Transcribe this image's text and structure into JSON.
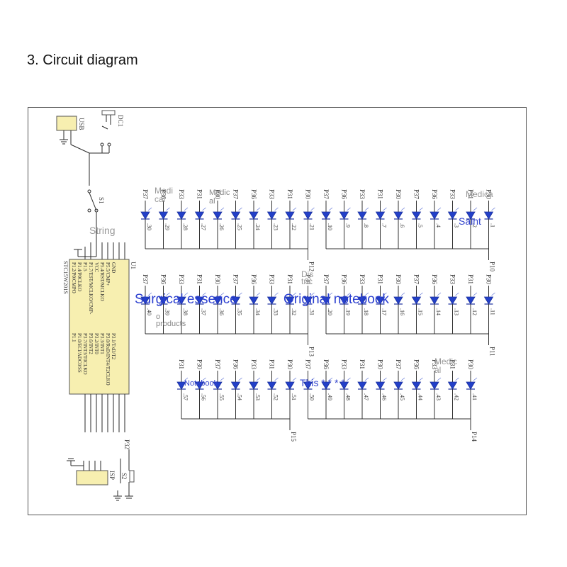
{
  "heading": "3. Circuit diagram",
  "parts": {
    "usb": "USB",
    "dc": "DC1",
    "switch": "S1",
    "mcu": "U1",
    "isp": "ISP",
    "button": "S2",
    "button_net": "P32",
    "mcu_part": "STC15W201S",
    "mcu_left_pins": [
      "P1.2/P0/CMPO",
      "P1.4/P0CLKO",
      "P1.5",
      "P1.7/EST/MCLKO/CMP-",
      "VCC",
      "P5.4/RST/MCLKO",
      "P5.5/CMP+",
      "GND"
    ],
    "mcu_right_pins": [
      "P1.1",
      "P1.0/ECI/ADC0/SS",
      "P3.7/INT3/T0CLKO",
      "P3.6/INT2",
      "P3.2/INT0",
      "P3.3/INT1",
      "P3.0/RxD/INT4/T2CLKO",
      "P3.1/TxD/T2"
    ]
  },
  "rows": [
    {
      "top": [
        "P37",
        "P36",
        "P33",
        "P31",
        "P30",
        "P37",
        "P36",
        "P33",
        "P31",
        "P30",
        "P37",
        "P36",
        "P33",
        "P31",
        "P30",
        "P37",
        "P36",
        "P33",
        "P31",
        "P30"
      ],
      "leds": [
        ".30",
        ".29",
        ".28",
        ".27",
        ".26",
        ".25",
        ".24",
        ".23",
        ".22",
        ".21",
        ".10",
        ".9",
        ".8",
        ".7",
        ".6",
        ".5",
        ".4",
        ".3",
        ".2",
        ".1"
      ],
      "bus": [
        "P12",
        "P10"
      ]
    },
    {
      "top": [
        "P37",
        "P36",
        "P33",
        "P31",
        "P30",
        "P37",
        "P36",
        "P33",
        "P31",
        "P30",
        "P37",
        "P36",
        "P33",
        "P31",
        "P30",
        "P37",
        "P36",
        "P33",
        "P31",
        "P30"
      ],
      "leds": [
        ".40",
        ".39",
        ".38",
        ".37",
        ".36",
        ".35",
        ".34",
        ".33",
        ".32",
        ".31",
        ".20",
        ".19",
        ".18",
        ".17",
        ".16",
        ".15",
        ".14",
        ".13",
        ".12",
        ".11"
      ],
      "bus": [
        "P13",
        "P11"
      ]
    },
    {
      "top": [
        "P31",
        "P30",
        "P37",
        "P36",
        "P33",
        "P31",
        "P30",
        "P37",
        "P36",
        "P33",
        "P31",
        "P30",
        "P37",
        "P36",
        "P33",
        "P31",
        "P30"
      ],
      "leds": [
        ".57",
        ".56",
        ".55",
        ".54",
        ".53",
        ".52",
        ".51",
        ".50",
        ".49",
        ".48",
        ".47",
        ".46",
        ".45",
        ".44",
        ".43",
        ".42",
        ".41"
      ],
      "bus": [
        "P15",
        "P14"
      ]
    }
  ],
  "overlays": {
    "medical_1": "Medi\ncal",
    "medical_2": "Medic\nal",
    "medical_3": "Medica",
    "string": "String",
    "saint": "Saint",
    "surgical": "Surgical essence",
    "original": "Original notebook",
    "products": "o\nproducts",
    "dis": "Dis\ntric",
    "notebook": "Notebook",
    "this": "This * * * *",
    "medical_4": "Medic\nal"
  }
}
